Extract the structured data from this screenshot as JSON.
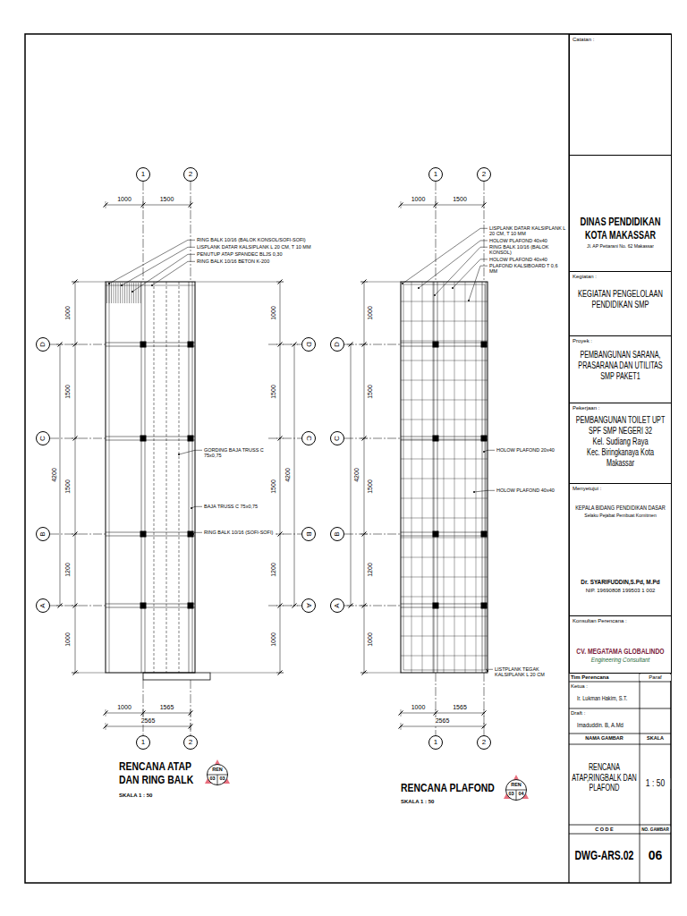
{
  "diagram": {
    "nodes": [
      {
        "text": [
          "1"
        ]
      },
      {
        "text": [
          "2"
        ]
      },
      {
        "text": [
          "1"
        ]
      },
      {
        "text": [
          "2"
        ]
      },
      {
        "text": [
          "D"
        ]
      },
      {
        "text": [
          "C"
        ]
      },
      {
        "text": [
          "B"
        ]
      },
      {
        "text": [
          "A"
        ]
      },
      {
        "text": [
          "D"
        ]
      },
      {
        "text": [
          "C"
        ]
      },
      {
        "text": [
          "B"
        ]
      },
      {
        "text": [
          "A"
        ]
      },
      {
        "text": [
          "D"
        ]
      },
      {
        "text": [
          "C"
        ]
      },
      {
        "text": [
          "B"
        ]
      },
      {
        "text": [
          "A"
        ]
      },
      {
        "text": [
          "1"
        ]
      },
      {
        "text": [
          "2"
        ]
      },
      {
        "text": [
          "1"
        ]
      },
      {
        "text": [
          "2"
        ]
      },
      {
        "text": [
          "REN",
          "03",
          "03"
        ]
      },
      {
        "text": [
          "REN",
          "03",
          "04"
        ]
      },
      {
        "text": [
          "Catatan :"
        ]
      },
      {
        "text": [
          "DINAS PENDIDIKAN",
          "KOTA MAKASSAR",
          "Jl. AP Pettarani No. 62 Makassar"
        ]
      },
      {
        "text": [
          "Kegiatan :",
          "KEGIATAN PENGELOLAAN PENDIDIKAN SMP"
        ]
      },
      {
        "text": [
          "Proyek :",
          "PEMBANGUNAN SARANA, PRASARANA DAN UTILITAS SMP PAKET1"
        ]
      },
      {
        "text": [
          "Pekerjaan :",
          "PEMBANGUNAN TOILET UPT SPF SMP NEGERI 32",
          "Kel. Sudiang Raya",
          "Kec. Biringkanaya Kota Makassar"
        ]
      },
      {
        "text": [
          "Menyetujui :",
          "KEPALA BIDANG PENDIDIKAN DASAR",
          "Selaku Pejabat Pembuat Komitmen",
          "Dr. SYARIFUDDIN,S.Pd, M.Pd",
          "NIP. 19690808 199503 1 002"
        ]
      },
      {
        "text": [
          "Konsultan Perencana :",
          "CV. MEGATAMA GLOBALINDO",
          "Engineering Consultant"
        ]
      }
    ],
    "labels": [
      "1000",
      "1500",
      "RING BALK 10/16 (BALOK KONSOL/SOFI-SOFI)",
      "LISPLANK DATAR KALSIPLANK L 20 CM, T 10 MM",
      "PENUTUP ATAP SPANDEC BLJS 0,30",
      "RING BALK 10/16 BETON K-200",
      "GORDING BAJA TRUSS C 75x0,75",
      "BAJA TRUSS C 75x0,75",
      "RING BALK 10/16 (SOFI-SOFI)",
      "1000",
      "1500",
      "1500",
      "1200",
      "1000",
      "4200",
      "1000",
      "1500",
      "1500",
      "1200",
      "1000",
      "4200",
      "1000",
      "1500",
      "1500",
      "1200",
      "1000",
      "4200",
      "1000",
      "1565",
      "2565",
      "RENCANA ATAP DAN RING BALK",
      "SKALA 1 : 50",
      "1000",
      "1500",
      "LISPLANK DATAR KALSIPLANK L 20 CM, T 10 MM",
      "HOLOW PLAFOND 40x40",
      "RING BALK 10/16 (BALOK KONSOL)",
      "HOLOW PLAFOND 40x40",
      "PLAFOND KALSIBOARD T 0,6 MM",
      "HOLOW PLAFOND 20x40",
      "HOLOW PLAFOND 40x40",
      "LISTPLANK TEGAK KALSIPLANK L 20 CM",
      "1000",
      "1565",
      "2565",
      "RENCANA PLAFOND",
      "SKALA 1 : 50",
      "Tim Perencana",
      "Paraf",
      "Ketua :",
      "Ir. Lukman Hakim, S.T.",
      "Draft :",
      "Imaduddin. B, A.Md",
      "NAMA GAMBAR",
      "SKALA",
      "RENCANA ATAP,RINGBALK DAN PLAFOND",
      "1 : 50",
      "C O D E",
      "NO. GAMBAR",
      "DWG-ARS.02",
      "06"
    ]
  }
}
